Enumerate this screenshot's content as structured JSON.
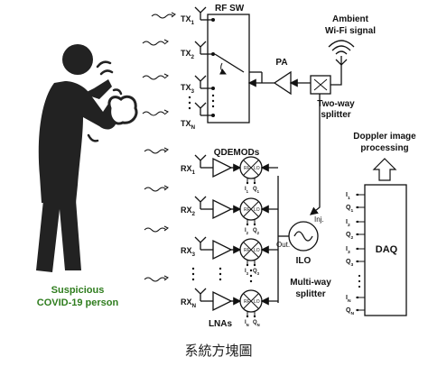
{
  "labels": {
    "rf_sw": "RF SW",
    "ambient": "Ambient",
    "wifi_signal": "Wi-Fi signal",
    "pa": "PA",
    "two_way_1": "Two-way",
    "two_way_2": "splitter",
    "qdemods": "QDEMODs",
    "doppler_1": "Doppler image",
    "doppler_2": "processing",
    "daq": "DAQ",
    "ilo": "ILO",
    "inj": "Inj.",
    "out": "Out.",
    "multiway_1": "Multi-way",
    "multiway_2": "splitter",
    "lnas": "LNAs",
    "person_1": "Suspicious",
    "person_2": "COVID-19 person",
    "caption": "系統方塊圖"
  },
  "tx": [
    {
      "base": "TX",
      "sub": "1"
    },
    {
      "base": "TX",
      "sub": "2"
    },
    {
      "base": "TX",
      "sub": "3"
    },
    {
      "base": "TX",
      "sub": "N"
    }
  ],
  "rx": [
    {
      "base": "RX",
      "sub": "1"
    },
    {
      "base": "RX",
      "sub": "2"
    },
    {
      "base": "RX",
      "sub": "3"
    },
    {
      "base": "RX",
      "sub": "N"
    }
  ],
  "mixer_ports": {
    "rf": "RF",
    "lo": "LO",
    "i": "I",
    "q": "Q"
  },
  "daq_channels": [
    {
      "base": "I",
      "sub": "1"
    },
    {
      "base": "Q",
      "sub": "1"
    },
    {
      "base": "I",
      "sub": "2"
    },
    {
      "base": "Q",
      "sub": "2"
    },
    {
      "base": "I",
      "sub": "3"
    },
    {
      "base": "Q",
      "sub": "3"
    },
    {
      "base": "I",
      "sub": "N"
    },
    {
      "base": "Q",
      "sub": "N"
    }
  ],
  "colors": {
    "person_label": "#2f7d1e",
    "figure": "#222222"
  }
}
